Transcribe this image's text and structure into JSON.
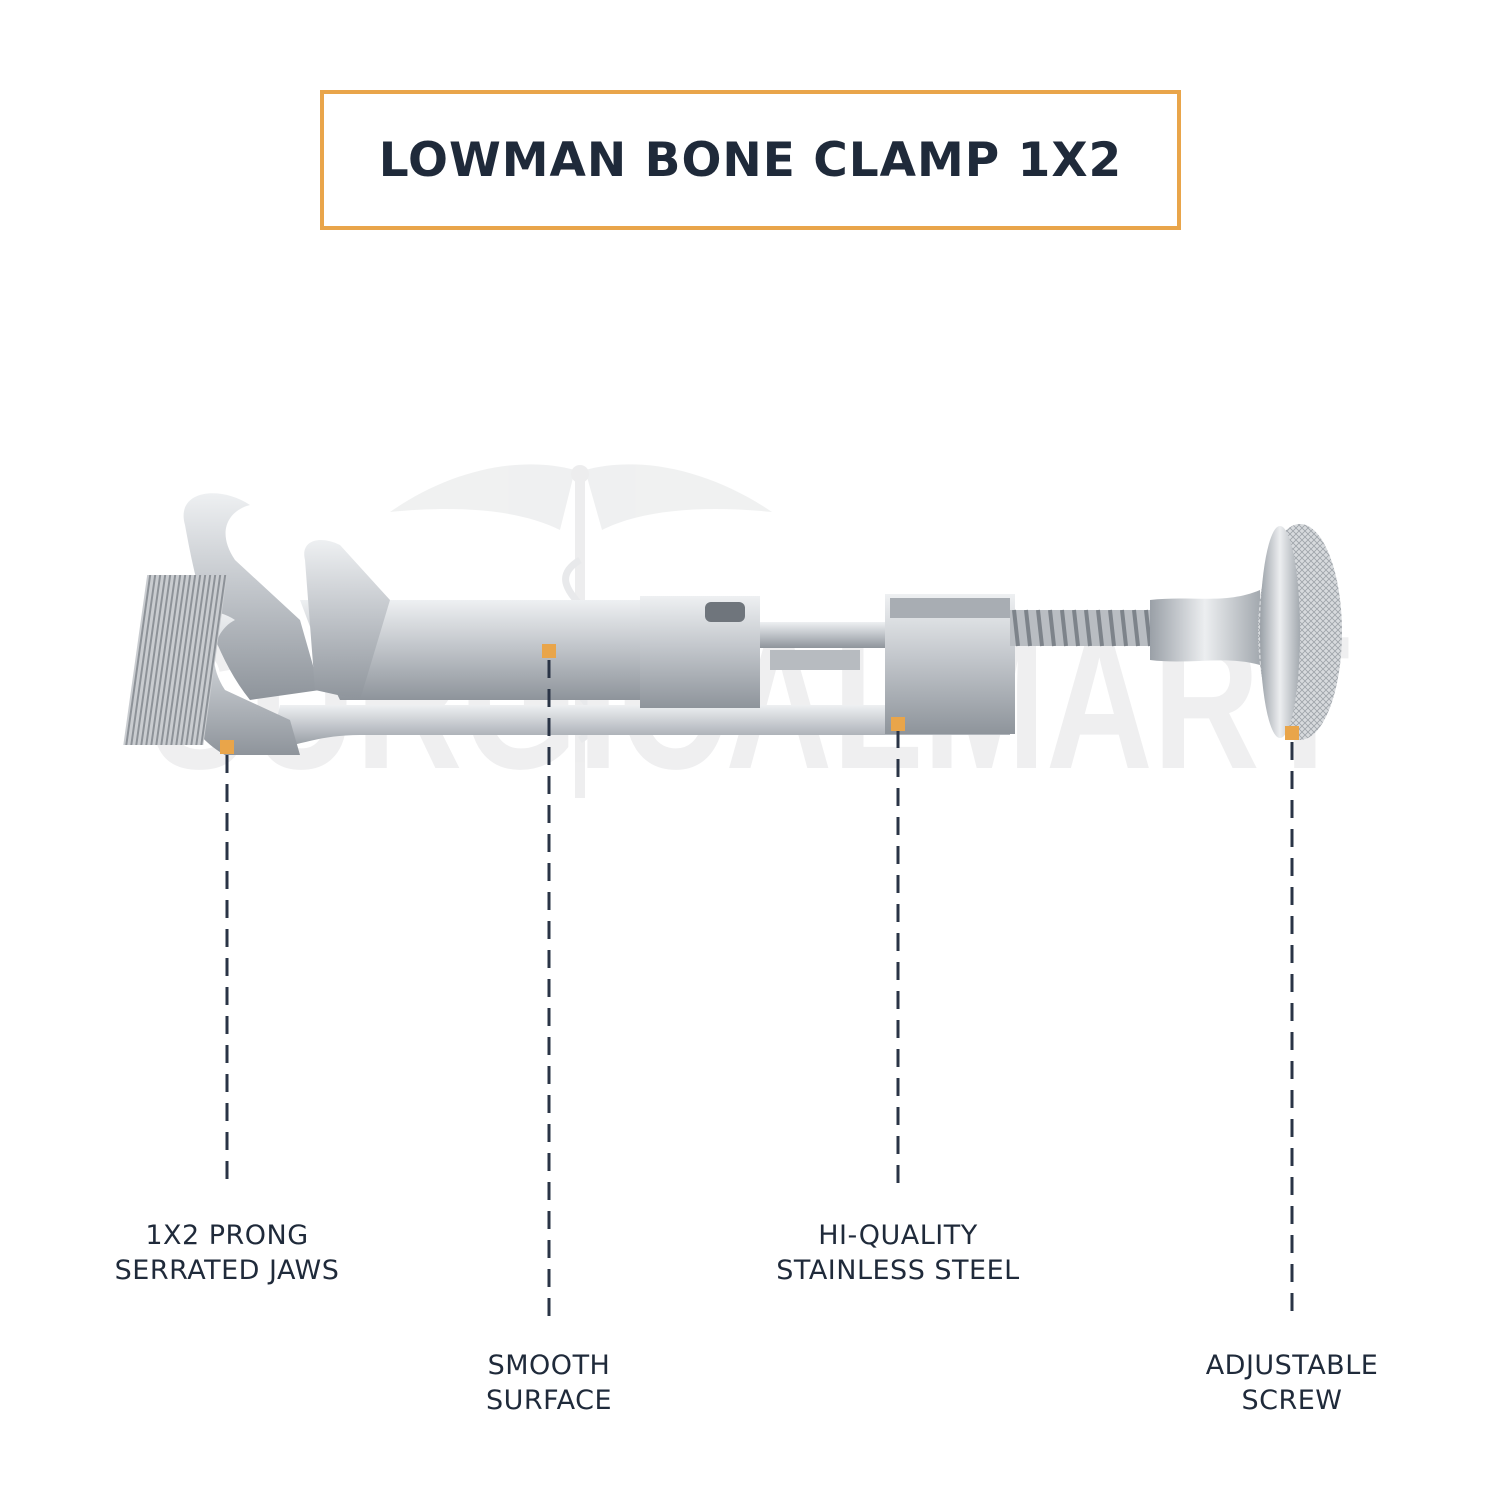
{
  "title": "LOWMAN BONE CLAMP 1X2",
  "watermark": "SURGICALMART",
  "colors": {
    "accent": "#e9a54a",
    "text": "#1f2a3a",
    "leader": "#2a3446",
    "steel": "#c9ccd0"
  },
  "callouts": [
    {
      "line1": "1X2 PRONG",
      "line2": "SERRATED JAWS"
    },
    {
      "line1": "SMOOTH",
      "line2": "SURFACE"
    },
    {
      "line1": "HI-QUALITY",
      "line2": "STAINLESS STEEL"
    },
    {
      "line1": "ADJUSTABLE",
      "line2": "SCREW"
    }
  ]
}
